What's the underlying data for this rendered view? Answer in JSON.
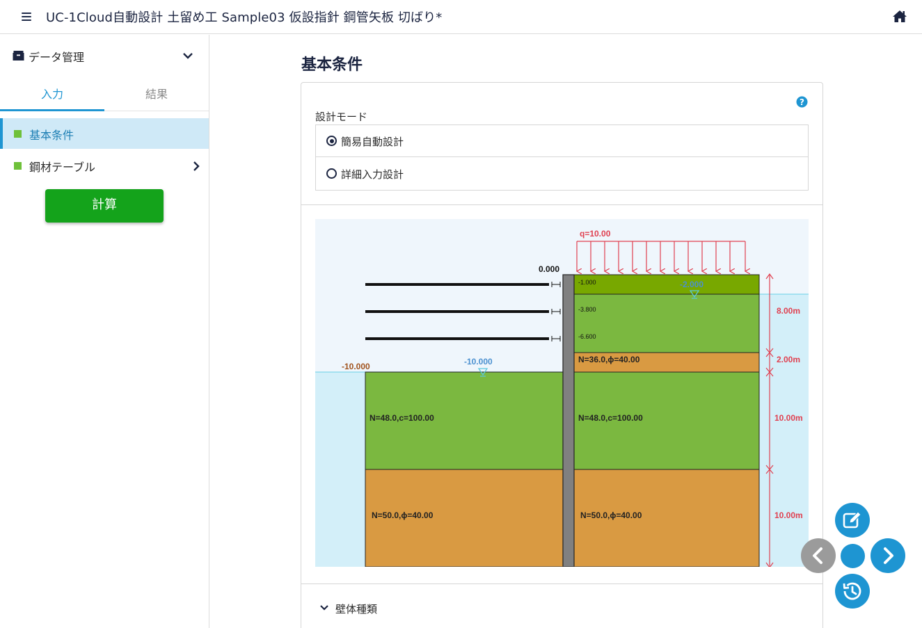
{
  "header": {
    "title": "UC-1Cloud自動設計 土留め工  Sample03 仮設指針 鋼管矢板 切ばり*",
    "menu_icon": "hamburger-menu-icon",
    "home_icon": "home-icon"
  },
  "sidebar": {
    "section_label": "データ管理",
    "tabs": [
      {
        "label": "入力",
        "active": true
      },
      {
        "label": "結果",
        "active": false
      }
    ],
    "items": [
      {
        "label": "基本条件",
        "active": true
      },
      {
        "label": "鋼材テーブル",
        "active": false
      }
    ],
    "calc_button": "計算"
  },
  "main": {
    "title": "基本条件",
    "design_mode": {
      "label": "設計モード",
      "options": [
        {
          "label": "簡易自動設計",
          "selected": true
        },
        {
          "label": "詳細入力設計",
          "selected": false
        }
      ]
    },
    "diagram": {
      "load_label": "q=10.00",
      "top_level": "0.000",
      "strut_levels": [
        "-1.000",
        "-3.800",
        "-6.600"
      ],
      "water_back": "-2.000",
      "excavation_level": "-10.000",
      "water_front": "-10.000",
      "layers": {
        "back_sand": "N=36.0,ϕ=40.00",
        "front_clay": "N=48.0,c=100.00",
        "back_clay": "N=48.0,c=100.00",
        "front_sand": "N=50.0,ϕ=40.00",
        "back_sand_deep": "N=50.0,ϕ=40.00"
      },
      "dimensions": [
        "8.00m",
        "2.00m",
        "10.00m",
        "10.00m"
      ],
      "colors": {
        "top_layer": "#78a800",
        "clay": "#7bb840",
        "sand": "#d99a42",
        "water_bg": "#d3eff9",
        "sky_bg": "#eff6fc",
        "load": "#e04050",
        "wall": "#808080"
      }
    },
    "section_wall_type": "壁体種類"
  },
  "fabs": {
    "edit_icon": "edit-icon",
    "prev_icon": "chevron-left-icon",
    "next_icon": "chevron-right-icon",
    "history_icon": "history-icon"
  },
  "colors": {
    "accent": "#1e95d2",
    "calc_button": "#14a31b",
    "title_text": "#1b2440"
  }
}
